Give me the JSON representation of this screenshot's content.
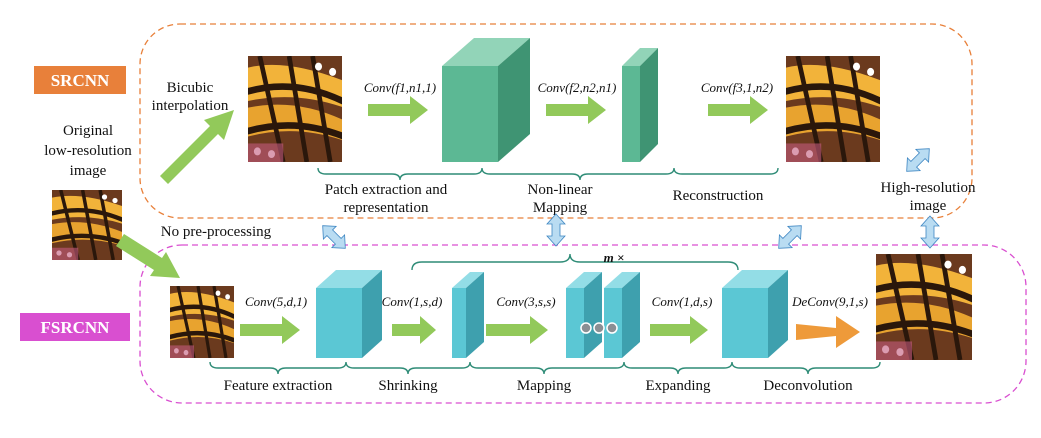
{
  "srcnn": {
    "name": "SRCNN",
    "color": "#e8803a",
    "ops": [
      "Conv(f1,n1,1)",
      "Conv(f2,n2,n1)",
      "Conv(f3,1,n2)"
    ],
    "stages": [
      "Patch extraction and",
      "representation",
      "Non-linear",
      "Mapping",
      "Reconstruction"
    ],
    "preprocess": [
      "Bicubic",
      "interpolation"
    ]
  },
  "fsrcnn": {
    "name": "FSRCNN",
    "color": "#d94fd0",
    "ops": [
      "Conv(5,d,1)",
      "Conv(1,s,d)",
      "Conv(3,s,s)",
      "Conv(1,d,s)",
      "DeConv(9,1,s)"
    ],
    "stages": [
      "Feature extraction",
      "Shrinking",
      "Mapping",
      "Expanding",
      "Deconvolution"
    ],
    "preprocess": "No pre-processing",
    "repeat_label": "m ×"
  },
  "input": [
    "Original",
    "low-resolution",
    "image"
  ],
  "output": [
    "High-resolution",
    "image"
  ],
  "colors": {
    "srcnn_block": "#5cb894",
    "srcnn_block_dark": "#3f9473",
    "srcnn_block_top": "#92d4b8",
    "fsrcnn_block": "#5bc7d4",
    "fsrcnn_block_dark": "#3ea0ae",
    "fsrcnn_block_top": "#93dde6",
    "arrow_green": "#92c95a",
    "arrow_orange": "#ee9a3a",
    "double_arrow": "#b9dcf2"
  },
  "icons": [
    "butterfly-image",
    "double-arrow-icon",
    "ellipsis-dots-icon",
    "brace-icon"
  ]
}
